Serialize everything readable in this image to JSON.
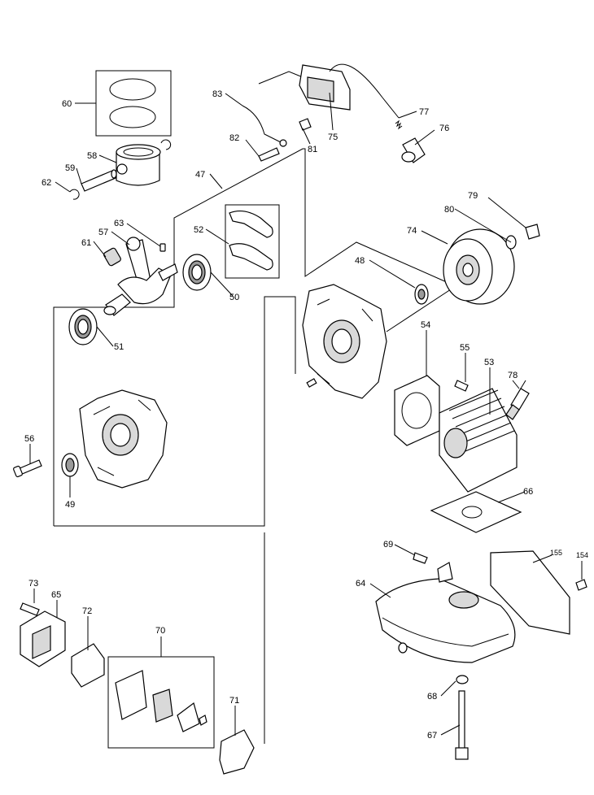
{
  "diagram": {
    "callouts": [
      {
        "id": "c60",
        "label": "60"
      },
      {
        "id": "c58",
        "label": "58"
      },
      {
        "id": "c59",
        "label": "59"
      },
      {
        "id": "c62",
        "label": "62"
      },
      {
        "id": "c47",
        "label": "47"
      },
      {
        "id": "c63",
        "label": "63"
      },
      {
        "id": "c57",
        "label": "57"
      },
      {
        "id": "c61",
        "label": "61"
      },
      {
        "id": "c52",
        "label": "52"
      },
      {
        "id": "c50",
        "label": "50"
      },
      {
        "id": "c51",
        "label": "51"
      },
      {
        "id": "c56",
        "label": "56"
      },
      {
        "id": "c49",
        "label": "49"
      },
      {
        "id": "c83",
        "label": "83"
      },
      {
        "id": "c82",
        "label": "82"
      },
      {
        "id": "c81",
        "label": "81"
      },
      {
        "id": "c75",
        "label": "75"
      },
      {
        "id": "c77",
        "label": "77"
      },
      {
        "id": "c76",
        "label": "76"
      },
      {
        "id": "c79",
        "label": "79"
      },
      {
        "id": "c80",
        "label": "80"
      },
      {
        "id": "c74",
        "label": "74"
      },
      {
        "id": "c48",
        "label": "48"
      },
      {
        "id": "c54",
        "label": "54"
      },
      {
        "id": "c55",
        "label": "55"
      },
      {
        "id": "c53",
        "label": "53"
      },
      {
        "id": "c78",
        "label": "78"
      },
      {
        "id": "c66",
        "label": "66"
      },
      {
        "id": "c69",
        "label": "69"
      },
      {
        "id": "c155",
        "label": "155"
      },
      {
        "id": "c154",
        "label": "154"
      },
      {
        "id": "c64",
        "label": "64"
      },
      {
        "id": "c73",
        "label": "73"
      },
      {
        "id": "c65",
        "label": "65"
      },
      {
        "id": "c72",
        "label": "72"
      },
      {
        "id": "c70",
        "label": "70"
      },
      {
        "id": "c71",
        "label": "71"
      },
      {
        "id": "c68",
        "label": "68"
      },
      {
        "id": "c67",
        "label": "67"
      }
    ]
  }
}
